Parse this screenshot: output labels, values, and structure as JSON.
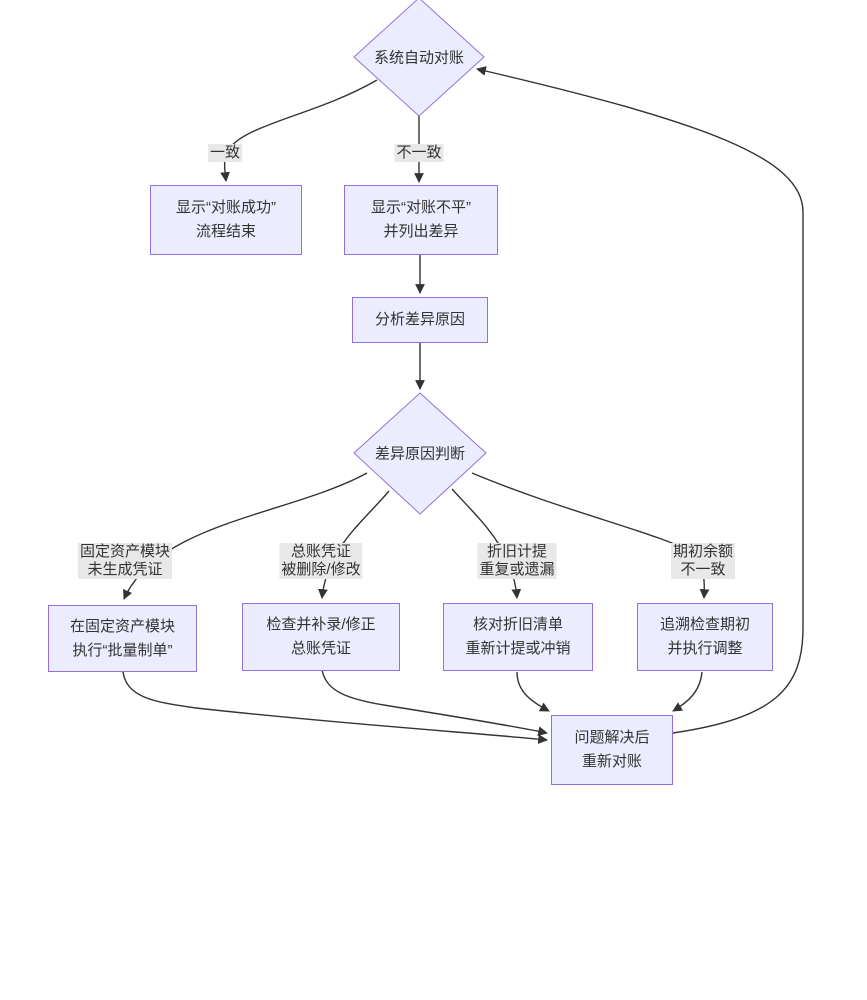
{
  "colors": {
    "node_fill": "#ECECFF",
    "node_border": "#9370DB",
    "edge_color": "#333333",
    "edge_label_bg": "#e8e8e8",
    "text_color": "#333333",
    "background": "#ffffff"
  },
  "nodes": {
    "auto_reconcile": {
      "label": "系统自动对账"
    },
    "show_success": {
      "line1": "显示“对账成功”",
      "line2": "流程结束"
    },
    "show_unbalanced": {
      "line1": "显示“对账不平”",
      "line2": "并列出差异"
    },
    "analyze": {
      "label": "分析差异原因"
    },
    "judge": {
      "label": "差异原因判断"
    },
    "fa_batch": {
      "line1": "在固定资产模块",
      "line2": "执行“批量制单”"
    },
    "gl_fix": {
      "line1": "检查并补录/修正",
      "line2": "总账凭证"
    },
    "depr_check": {
      "line1": "核对折旧清单",
      "line2": "重新计提或冲销"
    },
    "opening_adjust": {
      "line1": "追溯检查期初",
      "line2": "并执行调整"
    },
    "redo_reconcile": {
      "line1": "问题解决后",
      "line2": "重新对账"
    }
  },
  "edge_labels": {
    "match": "一致",
    "mismatch": "不一致",
    "fa_no_voucher": {
      "line1": "固定资产模块",
      "line2": "未生成凭证"
    },
    "gl_deleted": {
      "line1": "总账凭证",
      "line2": "被删除/修改"
    },
    "depr_dup_missing": {
      "line1": "折旧计提",
      "line2": "重复或遗漏"
    },
    "opening_mismatch": {
      "line1": "期初余额",
      "line2": "不一致"
    }
  }
}
